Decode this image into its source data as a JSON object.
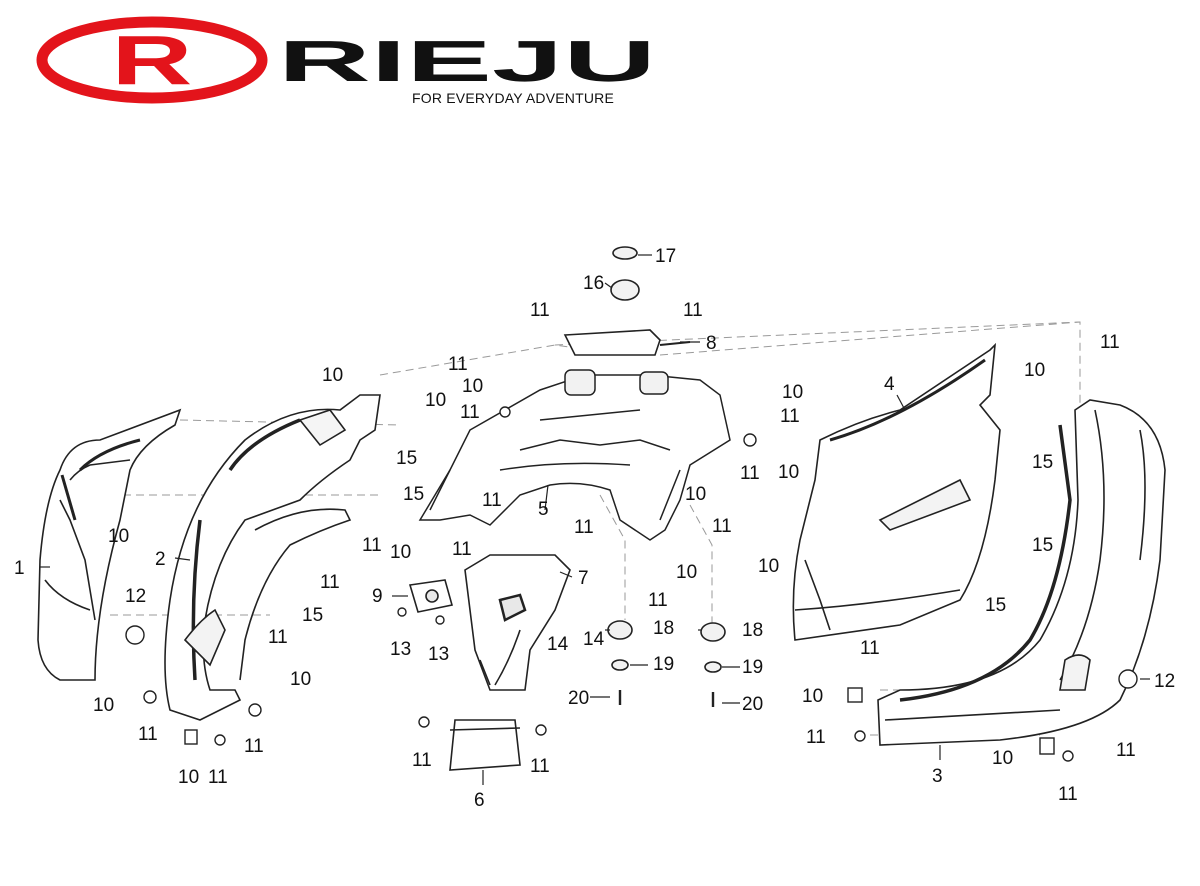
{
  "brand": {
    "name": "RIEJU",
    "logo_letter": "R",
    "tagline": "FOR EVERYDAY ADVENTURE",
    "logo_color": "#e3141b",
    "ink_color": "#111111"
  },
  "callouts": [
    {
      "id": "c1",
      "label": "1"
    },
    {
      "id": "c2",
      "label": "2"
    },
    {
      "id": "c3",
      "label": "3"
    },
    {
      "id": "c4",
      "label": "4"
    },
    {
      "id": "c5",
      "label": "5"
    },
    {
      "id": "c6",
      "label": "6"
    },
    {
      "id": "c7",
      "label": "7"
    },
    {
      "id": "c8",
      "label": "8"
    },
    {
      "id": "c9",
      "label": "9"
    },
    {
      "id": "c10a",
      "label": "10"
    },
    {
      "id": "c10b",
      "label": "10"
    },
    {
      "id": "c10c",
      "label": "10"
    },
    {
      "id": "c10d",
      "label": "10"
    },
    {
      "id": "c10e",
      "label": "10"
    },
    {
      "id": "c10f",
      "label": "10"
    },
    {
      "id": "c10g",
      "label": "10"
    },
    {
      "id": "c10h",
      "label": "10"
    },
    {
      "id": "c10i",
      "label": "10"
    },
    {
      "id": "c10j",
      "label": "10"
    },
    {
      "id": "c10k",
      "label": "10"
    },
    {
      "id": "c10l",
      "label": "10"
    },
    {
      "id": "c10m",
      "label": "10"
    },
    {
      "id": "c10n",
      "label": "10"
    },
    {
      "id": "c10o",
      "label": "10"
    },
    {
      "id": "c10p",
      "label": "10"
    },
    {
      "id": "c11a",
      "label": "11"
    },
    {
      "id": "c11b",
      "label": "11"
    },
    {
      "id": "c11c",
      "label": "11"
    },
    {
      "id": "c11d",
      "label": "11"
    },
    {
      "id": "c11e",
      "label": "11"
    },
    {
      "id": "c11f",
      "label": "11"
    },
    {
      "id": "c11g",
      "label": "11"
    },
    {
      "id": "c11h",
      "label": "11"
    },
    {
      "id": "c11i",
      "label": "11"
    },
    {
      "id": "c11j",
      "label": "11"
    },
    {
      "id": "c11k",
      "label": "11"
    },
    {
      "id": "c11l",
      "label": "11"
    },
    {
      "id": "c11m",
      "label": "11"
    },
    {
      "id": "c11n",
      "label": "11"
    },
    {
      "id": "c11o",
      "label": "11"
    },
    {
      "id": "c11p",
      "label": "11"
    },
    {
      "id": "c11q",
      "label": "11"
    },
    {
      "id": "c11r",
      "label": "11"
    },
    {
      "id": "c11s",
      "label": "11"
    },
    {
      "id": "c11t",
      "label": "11"
    },
    {
      "id": "c11u",
      "label": "11"
    },
    {
      "id": "c11v",
      "label": "11"
    },
    {
      "id": "c11w",
      "label": "11"
    },
    {
      "id": "c11x",
      "label": "11"
    },
    {
      "id": "c12a",
      "label": "12"
    },
    {
      "id": "c12b",
      "label": "12"
    },
    {
      "id": "c13a",
      "label": "13"
    },
    {
      "id": "c13b",
      "label": "13"
    },
    {
      "id": "c14a",
      "label": "14"
    },
    {
      "id": "c14b",
      "label": "14"
    },
    {
      "id": "c15a",
      "label": "15"
    },
    {
      "id": "c15b",
      "label": "15"
    },
    {
      "id": "c15c",
      "label": "15"
    },
    {
      "id": "c15d",
      "label": "15"
    },
    {
      "id": "c15e",
      "label": "15"
    },
    {
      "id": "c15f",
      "label": "15"
    },
    {
      "id": "c16",
      "label": "16"
    },
    {
      "id": "c17",
      "label": "17"
    },
    {
      "id": "c18a",
      "label": "18"
    },
    {
      "id": "c18b",
      "label": "18"
    },
    {
      "id": "c19a",
      "label": "19"
    },
    {
      "id": "c19b",
      "label": "19"
    },
    {
      "id": "c20a",
      "label": "20"
    },
    {
      "id": "c20b",
      "label": "20"
    }
  ]
}
